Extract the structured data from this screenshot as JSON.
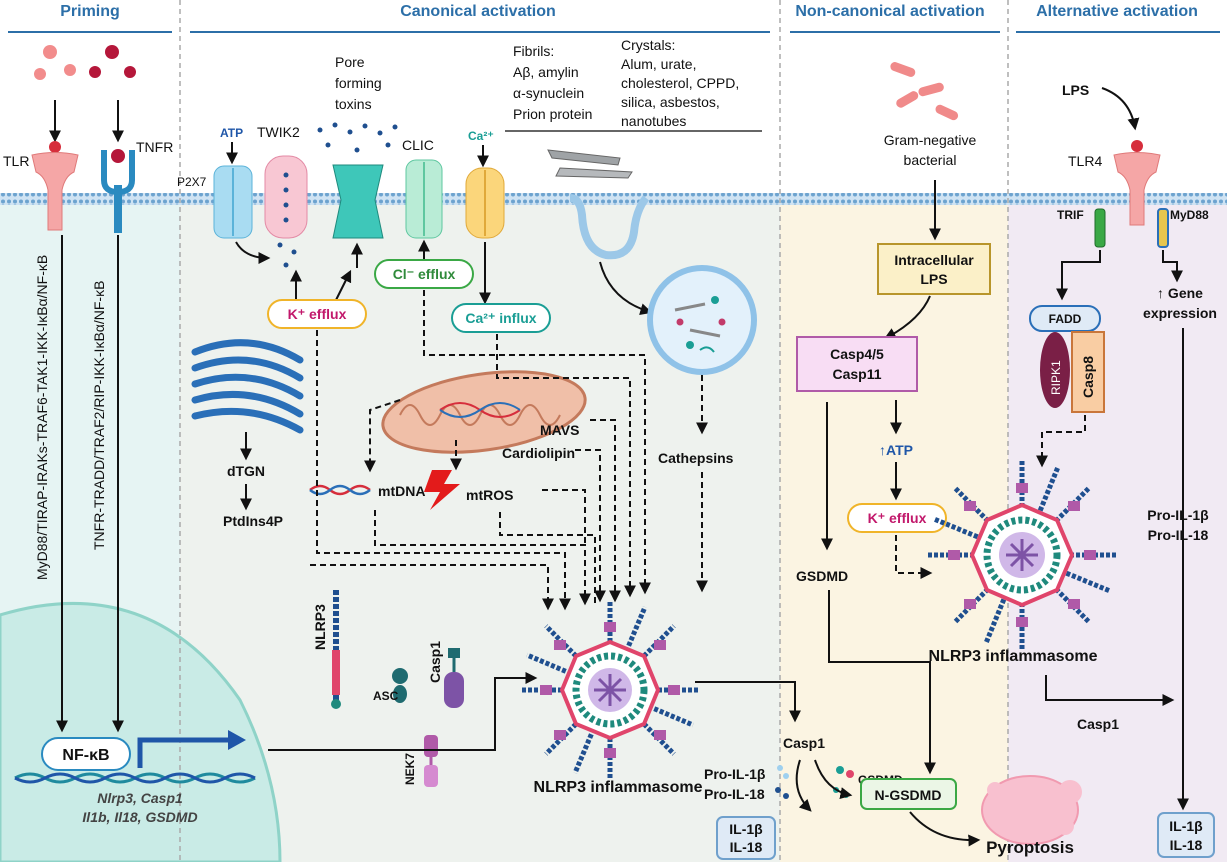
{
  "sections": {
    "priming": "Priming",
    "canonical": "Canonical activation",
    "noncanonical": "Non-canonical activation",
    "alternative": "Alternative activation"
  },
  "priming": {
    "tlr": "TLR",
    "tnfr": "TNFR",
    "tlr_pathway": "MyD88/TIRAP-IRAKs-TRAF6-TAK1-IKK-IκBα/NF-κB",
    "tnfr_pathway": "TNFR-TRADD/TRAF2/RIP-IKK-IκBα/NF-κB",
    "nfkb": "NF-κB",
    "genes_line1": "Nlrp3, Casp1",
    "genes_line2": "Il1b, Il18, GSDMD"
  },
  "canonical": {
    "atp": "ATP",
    "p2x7": "P2X7",
    "twik2": "TWIK2",
    "pore_line1": "Pore",
    "pore_line2": "forming",
    "pore_line3": "toxins",
    "clic": "CLIC",
    "ca": "Ca²⁺",
    "fibrils": [
      "Fibrils:",
      "Aβ, amylin",
      "α-synuclein",
      "Prion protein"
    ],
    "crystals": [
      "Crystals:",
      "Alum, urate,",
      "cholesterol, CPPD,",
      "silica, asbestos,",
      "nanotubes"
    ],
    "k_efflux": "K⁺ efflux",
    "cl_efflux": "Cl⁻ efflux",
    "ca_influx": "Ca²⁺ influx",
    "mavs": "MAVS",
    "cardiolipin": "Cardiolipin",
    "mtdna": "mtDNA",
    "mtros": "mtROS",
    "cathepsins": "Cathepsins",
    "dtgn": "dTGN",
    "ptdins": "PtdIns4P",
    "nlrp3": "NLRP3",
    "asc": "ASC",
    "casp1": "Casp1",
    "nek7": "NEK7",
    "inflammasome": "NLRP3 inflammasome",
    "casp1_out": "Casp1",
    "pro_il1b": "Pro-IL-1β",
    "pro_il18": "Pro-IL-18",
    "il1b": "IL-1β",
    "il18": "IL-18"
  },
  "noncanonical": {
    "bacteria_line1": "Gram-negative",
    "bacteria_line2": "bacterial",
    "lps_line1": "Intracellular",
    "lps_line2": "LPS",
    "casp_line1": "Casp4/5",
    "casp_line2": "Casp11",
    "atp": "↑ATP",
    "k_efflux": "K⁺ efflux",
    "gsdmd": "GSDMD",
    "gsdmd2": "GSDMD",
    "ngsdmd": "N-GSDMD",
    "pyroptosis": "Pyroptosis"
  },
  "alternative": {
    "lps": "LPS",
    "tlr4": "TLR4",
    "trif": "TRIF",
    "myd88": "MyD88",
    "fadd": "FADD",
    "ripk1": "RIPK1",
    "casp8": "Casp8",
    "gene_line1": "↑ Gene",
    "gene_line2": "expression",
    "pro_il1b": "Pro-IL-1β",
    "pro_il18": "Pro-IL-18",
    "inflammasome": "NLRP3 inflammasome",
    "casp1": "Casp1",
    "il1b": "IL-1β",
    "il18": "IL-18"
  },
  "colors": {
    "header": "#2c6fa8",
    "priming_bg": "#e6f4f3",
    "canonical_bg": "#eef2ee",
    "noncanonical_bg": "#fbf4e2",
    "alternative_bg": "#f1eaf3",
    "membrane": "#8cb8d9",
    "k_efflux_border": "#f0b429",
    "cl_efflux_border": "#3aa845",
    "ca_influx_border": "#1a9e95",
    "box_blue": "#dfeaf6",
    "gsdmd_green": "#3aa845",
    "inflammasome_red": "#e0456b",
    "inflammasome_teal": "#1f8a7d"
  }
}
